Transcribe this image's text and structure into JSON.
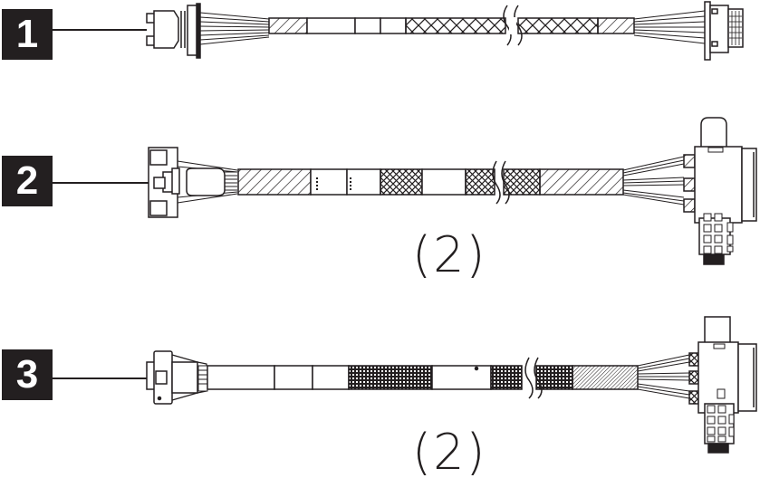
{
  "diagram": {
    "type": "cable-parts-illustration",
    "items": [
      {
        "callout": "1",
        "quantity": null,
        "description": "Cable with small multi-pin connector on left and rectangular connector on right"
      },
      {
        "callout": "2",
        "quantity": "(2)",
        "description": "Cable with latched connector on left, breakout wires to stacked connector block on right"
      },
      {
        "callout": "3",
        "quantity": "(2)",
        "description": "Cable with compact connector on left, breakout wires to stacked connector block on right"
      }
    ],
    "colors": {
      "ink": "#231f20",
      "background": "#ffffff",
      "badge_text": "#ffffff"
    }
  }
}
